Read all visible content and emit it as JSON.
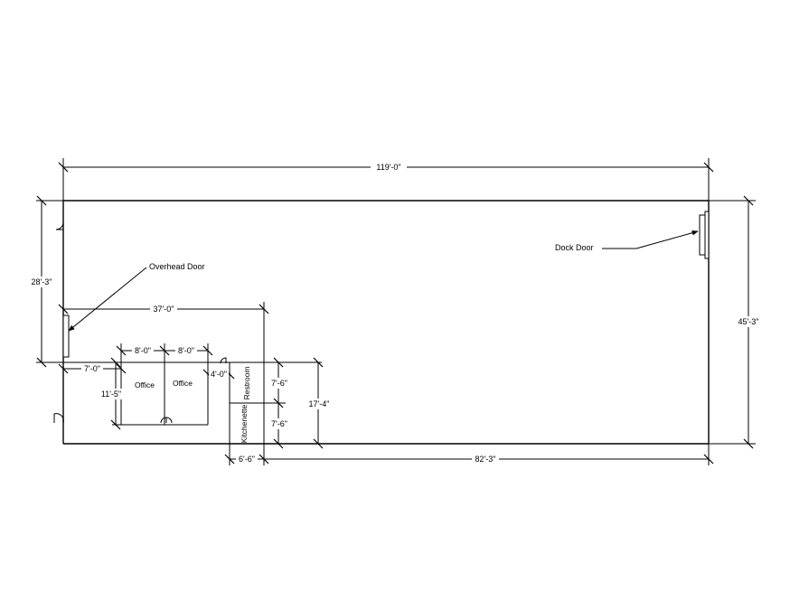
{
  "dimensions": {
    "overall_width": "119'-0\"",
    "right_height": "45'-3\"",
    "left_height": "28'-3\"",
    "office_block_width": "37'-0\"",
    "office1_width": "8'-0\"",
    "office2_width": "8'-0\"",
    "front_offset": "7'-0\"",
    "office_depth": "11'-5\"",
    "corridor": "4'-0\"",
    "restroom_depth": "7'-6\"",
    "kitchenette_depth": "7'-6\"",
    "wet_core_height": "17'-4\"",
    "kitchenette_width": "6'-6\"",
    "warehouse_front": "82'-3\""
  },
  "rooms": {
    "office_1": "Office",
    "office_2": "Office",
    "restroom": "Restroom",
    "kitchenette": "Kitchenette"
  },
  "callouts": {
    "overhead_door": "Overhead Door",
    "dock_door": "Dock Door"
  }
}
